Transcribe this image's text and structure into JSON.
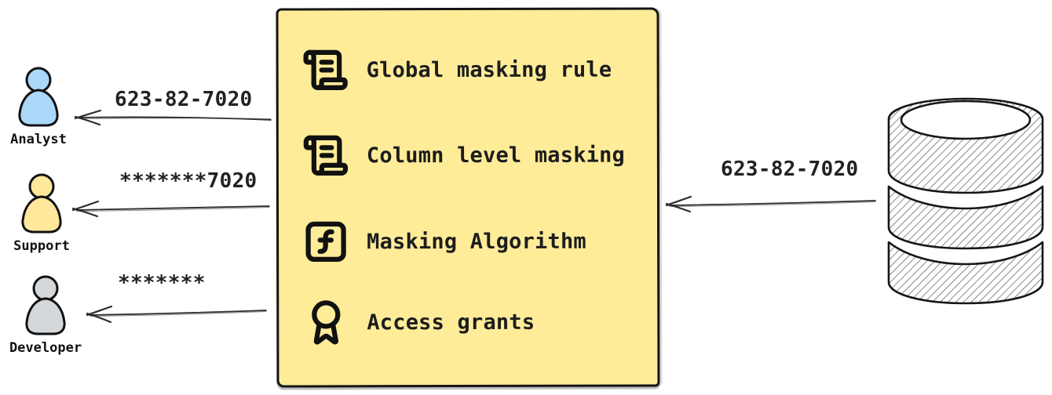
{
  "box": {
    "fill": "#ffec99",
    "items": [
      {
        "icon": "scroll-text-icon",
        "label": "Global masking rule"
      },
      {
        "icon": "scroll-text-icon",
        "label": "Column level masking"
      },
      {
        "icon": "function-square-icon",
        "label": "Masking Algorithm"
      },
      {
        "icon": "award-icon",
        "label": "Access grants"
      }
    ]
  },
  "actors": [
    {
      "name": "Analyst",
      "fill": "#abd7f8",
      "received_value": "623-82-7020"
    },
    {
      "name": "Support",
      "fill": "#ffe79b",
      "received_value": "*******7020"
    },
    {
      "name": "Developer",
      "fill": "#d4d8db",
      "received_value": "*******"
    }
  ],
  "database": {
    "icon": "database-icon",
    "outgoing_value": "623-82-7020"
  }
}
